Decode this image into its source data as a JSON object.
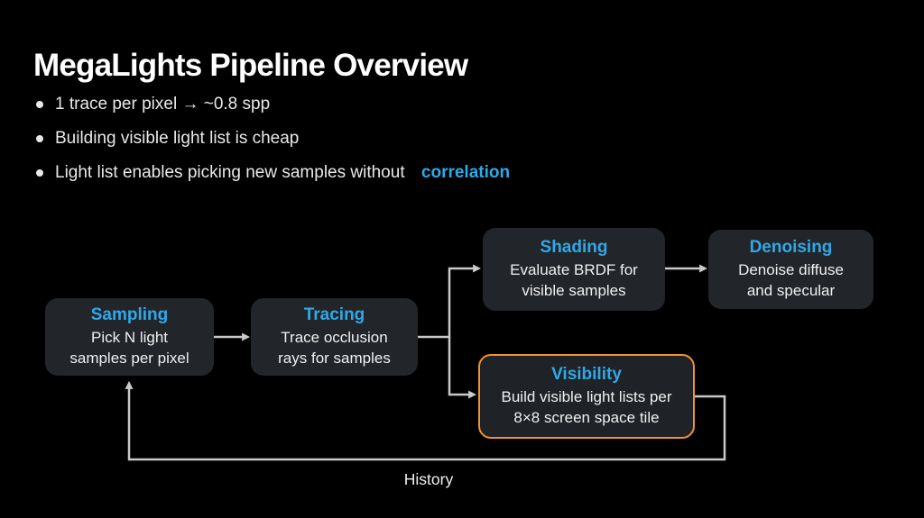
{
  "slide": {
    "title": "MegaLights Pipeline Overview",
    "bullets": [
      {
        "text": "1 trace per pixel → ~0.8 spp"
      },
      {
        "text": "Building visible light list is cheap"
      },
      {
        "text": "Light list enables picking new samples without ",
        "highlight": "correlation"
      }
    ]
  },
  "diagram": {
    "nodes": [
      {
        "id": "sampling",
        "title": "Sampling",
        "lines": [
          "Pick N light",
          "samples per pixel"
        ]
      },
      {
        "id": "tracing",
        "title": "Tracing",
        "lines": [
          "Trace occlusion",
          "rays for samples"
        ]
      },
      {
        "id": "shading",
        "title": "Shading",
        "lines": [
          "Evaluate BRDF for",
          "visible samples"
        ]
      },
      {
        "id": "denoising",
        "title": "Denoising",
        "lines": [
          "Denoise diffuse",
          "and specular"
        ]
      },
      {
        "id": "visibility",
        "title": "Visibility",
        "lines": [
          "Build visible light lists per",
          "8×8 screen space tile"
        ],
        "highlighted": true
      }
    ],
    "edges": [
      "Sampling → Tracing",
      "Tracing → Shading",
      "Tracing → Visibility",
      "Shading → Denoising",
      "Visibility → Sampling (feedback)"
    ],
    "feedback_label": "History"
  },
  "colors": {
    "background": "#000000",
    "accent_blue": "#2EA9E8",
    "accent_orange": "#EF9233",
    "node_fill": "#22252A",
    "node_fill_highlighted": "#1F2227",
    "arrow": "#C9C9C9",
    "text_primary": "#FFFFFF",
    "text_body": "#E9E9E9"
  }
}
